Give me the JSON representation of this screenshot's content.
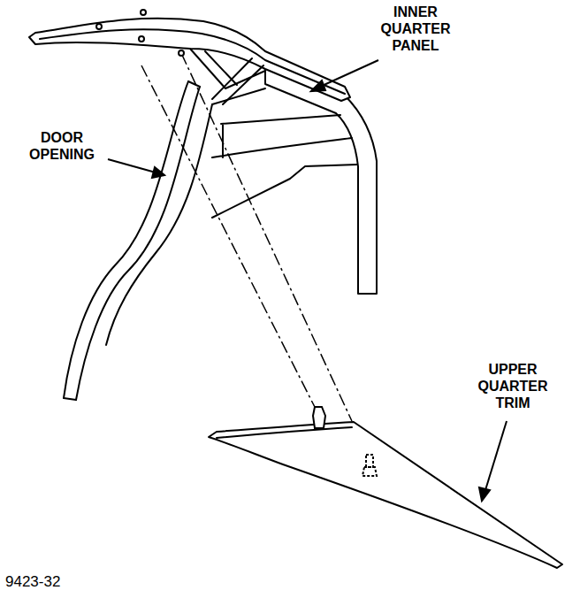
{
  "diagram": {
    "labels": [
      "INNER QUARTER PANEL",
      "DOOR OPENING",
      "UPPER QUARTER TRIM",
      "9423-32"
    ]
  }
}
